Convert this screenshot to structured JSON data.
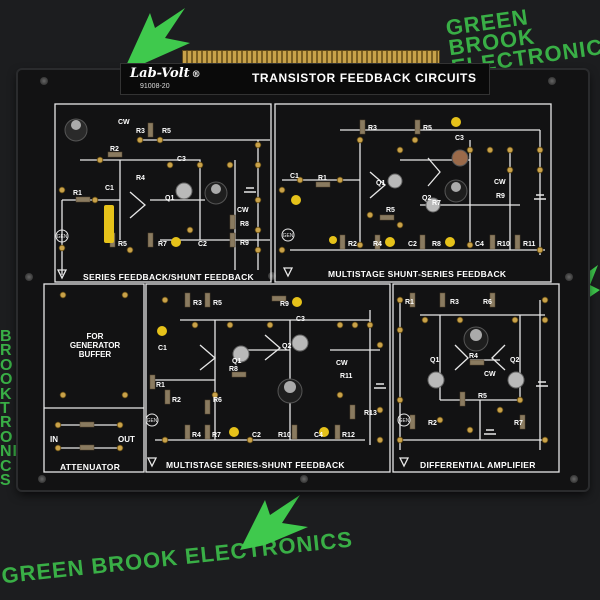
{
  "board": {
    "brand": "Lab-Volt",
    "brand_mark": "®",
    "model": "91008-20",
    "title": "TRANSISTOR FEEDBACK CIRCUITS"
  },
  "watermark": {
    "top_right": "GREEN BROOK ELECTRONICS",
    "left": "BROOK TRONICS",
    "bottom": "GREEN BROOK ELECTRONICS"
  },
  "panels": {
    "series_feedback": "SERIES FEEDBACK/SHUNT FEEDBACK",
    "multistage_shunt_series": "MULTISTAGE SHUNT-SERIES FEEDBACK",
    "generator_buffer": "FOR GENERATOR BUFFER",
    "attenuator": "ATTENUATOR",
    "attenuator_in": "IN",
    "attenuator_out": "OUT",
    "multistage_series_shunt": "MULTISTAGE SERIES-SHUNT FEEDBACK",
    "differential": "DIFFERENTIAL AMPLIFIER"
  },
  "labels": {
    "cw": "CW",
    "gen": "GEN",
    "r1": "R1",
    "r2": "R2",
    "r3": "R3",
    "r4": "R4",
    "r5": "R5",
    "r6": "R6",
    "r7": "R7",
    "r8": "R8",
    "r9": "R9",
    "r10": "R10",
    "r11": "R11",
    "r12": "R12",
    "r13": "R13",
    "c1": "C1",
    "c2": "C2",
    "c3": "C3",
    "c4": "C4",
    "q1": "Q1",
    "q2": "Q2"
  },
  "colors": {
    "panel": "#121213",
    "trace": "#e8e8e8",
    "pin": "#c9a24a",
    "capacitor": "#e6c21a",
    "watermark": "#3fc94d"
  }
}
